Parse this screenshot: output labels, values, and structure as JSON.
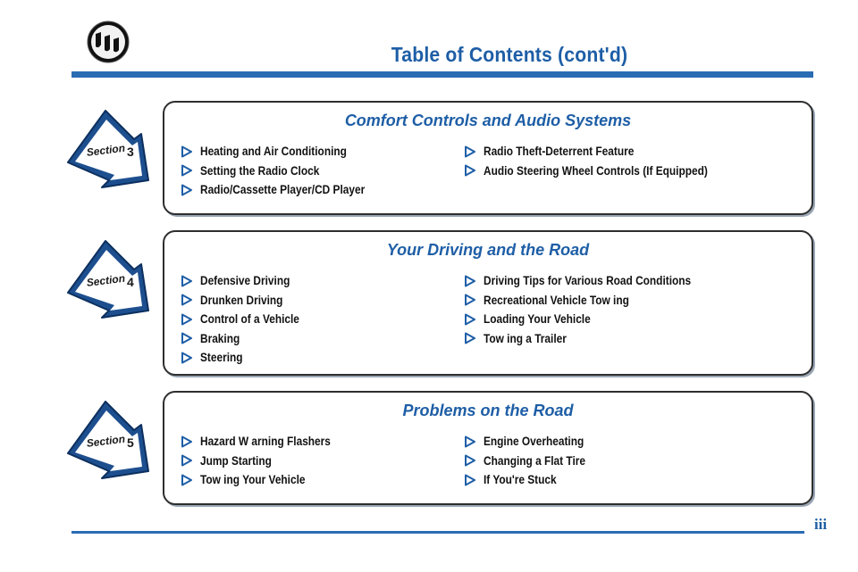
{
  "page": {
    "title": "Table of Contents (cont'd)",
    "page_number": "iii"
  },
  "colors": {
    "accent_blue": "#1e5ea6",
    "rule_blue": "#2a6cb3",
    "border": "#2e2e2e"
  },
  "icons": {
    "logo": "buick-tri-shield-icon",
    "bullet": "triangle-bullet-icon",
    "section_tab": "arrow-tab-icon"
  },
  "sections": [
    {
      "label": "Section",
      "number": "3",
      "title": "Comfort Controls and Audio Systems",
      "left_items": [
        "Heating and Air Conditioning",
        "Setting the Radio Clock",
        "Radio/Cassette Player/CD Player"
      ],
      "right_items": [
        "Radio Theft-Deterrent Feature",
        "Audio Steering Wheel Controls (If Equipped)"
      ]
    },
    {
      "label": "Section",
      "number": "4",
      "title": "Your Driving and the Road",
      "left_items": [
        "Defensive Driving",
        "Drunken Driving",
        "Control of a Vehicle",
        "Braking",
        "Steering"
      ],
      "right_items": [
        "Driving Tips for Various Road Conditions",
        "Recreational Vehicle Tow ing",
        "Loading Your Vehicle",
        "Tow ing a Trailer"
      ]
    },
    {
      "label": "Section",
      "number": "5",
      "title": "Problems on the Road",
      "left_items": [
        "Hazard W arning Flashers",
        "Jump Starting",
        "Tow ing Your Vehicle"
      ],
      "right_items": [
        "Engine Overheating",
        "Changing a Flat Tire",
        "If You're Stuck"
      ]
    }
  ]
}
